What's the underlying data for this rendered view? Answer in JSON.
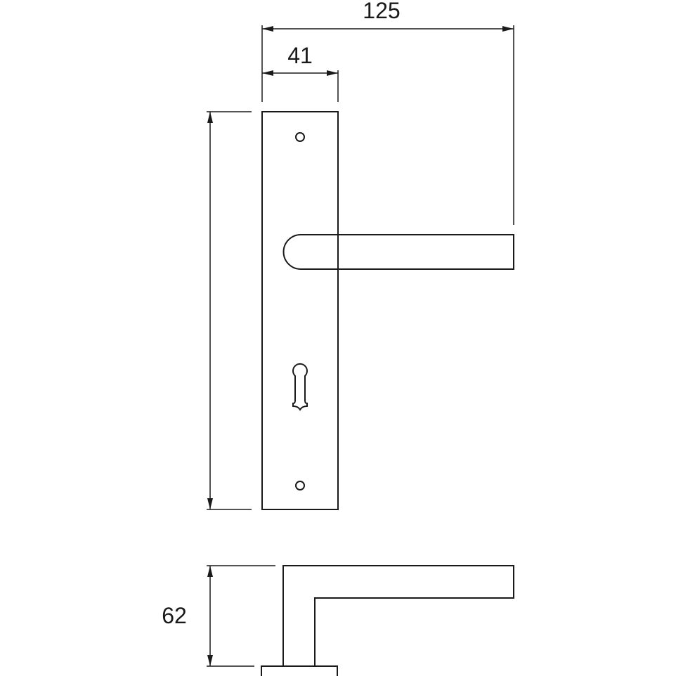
{
  "drawing": {
    "colors": {
      "line": "#1a1a1a",
      "background": "#ffffff"
    },
    "dimensions": {
      "overall_width": "125",
      "plate_width": "41",
      "projection": "62"
    }
  }
}
